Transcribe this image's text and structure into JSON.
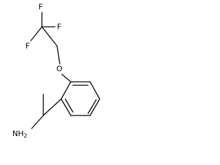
{
  "structure": {
    "atoms": {
      "fluorine_top": "F",
      "fluorine_left": "F",
      "fluorine_right": "F",
      "oxygen": "O",
      "amine": "NH",
      "amine_subscript": "2"
    },
    "colors": {
      "bond": "#000000",
      "label": "#000000",
      "background": "#ffffff"
    }
  }
}
